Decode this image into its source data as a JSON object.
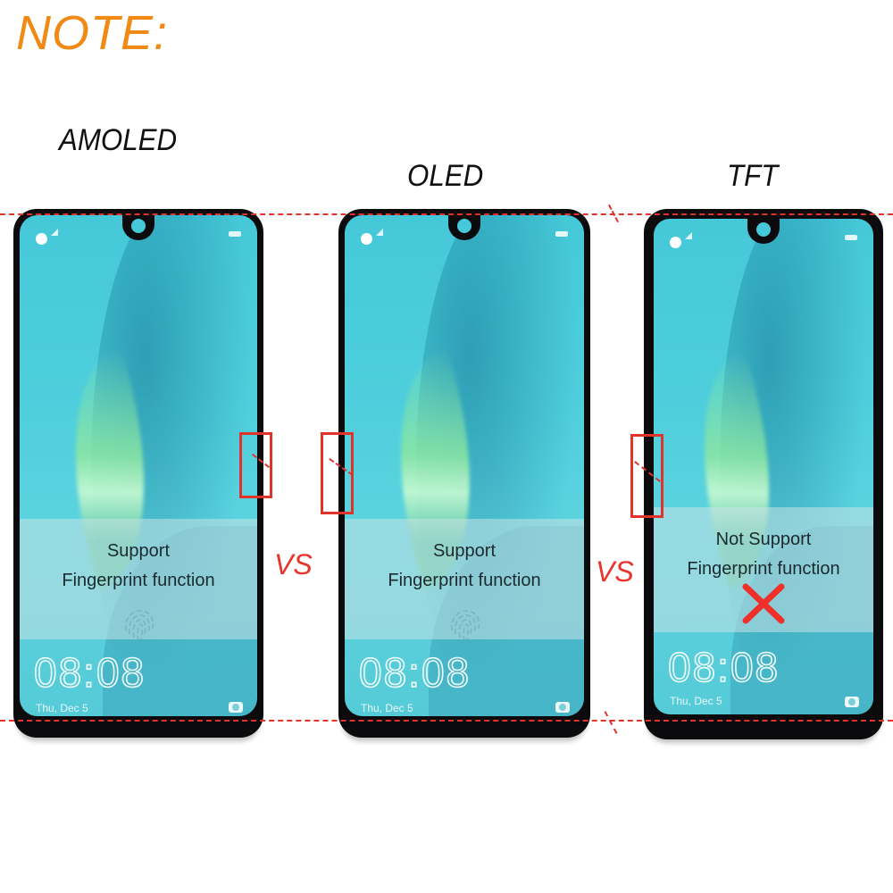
{
  "title": "NOTE:",
  "colors": {
    "title": "#f08a14",
    "vs": "#e8332a",
    "guide": "#e0342b",
    "screen": "#4fcfdc",
    "bezel": "#0b0b0d"
  },
  "panels": [
    {
      "type": "AMOLED",
      "message_line1": "Support",
      "message_line2": "Fingerprint function",
      "icon": "fingerprint-icon",
      "clock": "08:08",
      "date": "Thu, Dec 5"
    },
    {
      "type": "OLED",
      "message_line1": "Support",
      "message_line2": "Fingerprint function",
      "icon": "fingerprint-icon",
      "clock": "08:08",
      "date": "Thu, Dec 5"
    },
    {
      "type": "TFT",
      "message_line1": "Not Support",
      "message_line2": "Fingerprint function",
      "icon": "x-mark-icon",
      "clock": "08:08",
      "date": "Thu, Dec 5"
    }
  ],
  "separators": [
    "VS",
    "VS"
  ]
}
